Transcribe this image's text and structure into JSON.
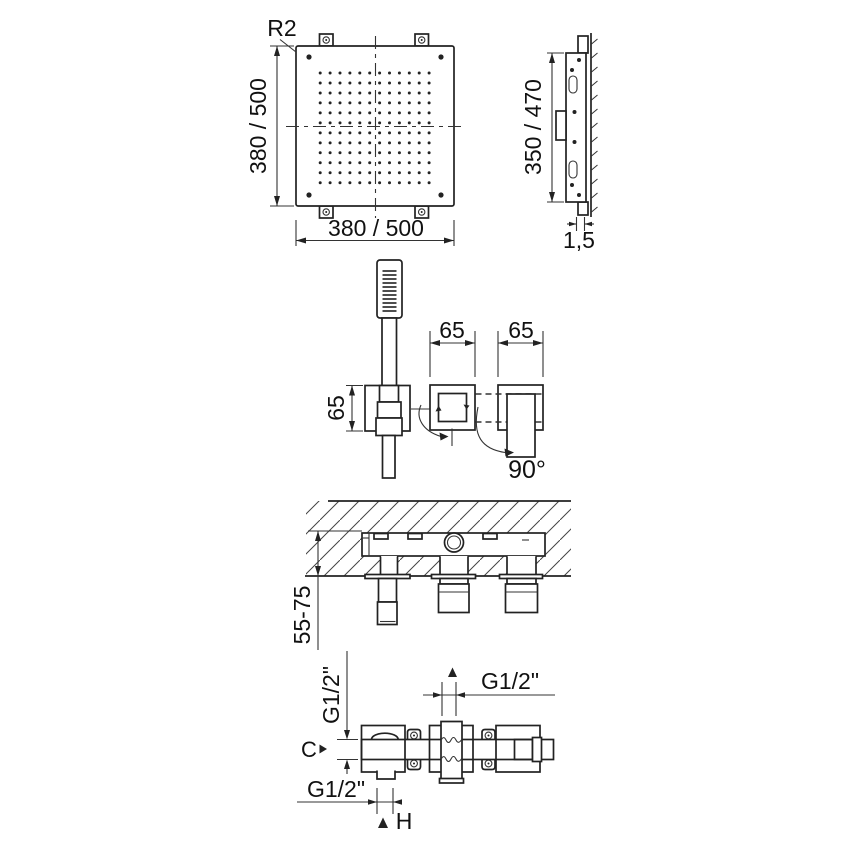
{
  "views": {
    "plate_front": {
      "radius_label": "R2",
      "height_label": "380 / 500",
      "width_label": "380 / 500"
    },
    "plate_side": {
      "height_label": "350 / 470",
      "thickness_label": "1,5"
    },
    "mixer_front": {
      "bracket_size_label": "65",
      "left_span_label": "65",
      "right_span_label": "65",
      "rotation_label": "90°"
    },
    "wall_section": {
      "depth_label": "55-75"
    },
    "mixer_plan": {
      "side_thread_label": "G1/2\"",
      "center_thread_label": "G1/2\"",
      "bottom_thread_label": "G1/2\"",
      "cold_label": "C",
      "hot_label": "H"
    }
  }
}
